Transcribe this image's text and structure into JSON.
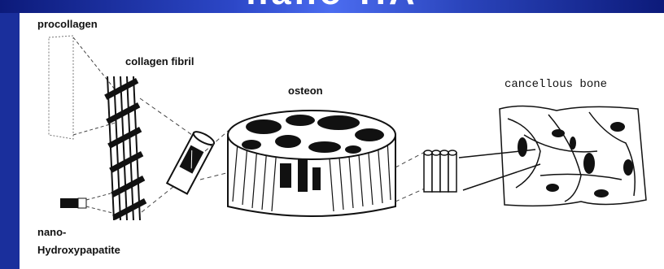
{
  "slide": {
    "title": "nano-HA"
  },
  "diagram": {
    "labels": {
      "procollagen": "procollagen",
      "collagen_fibril": "collagen fibril",
      "osteon": "osteon",
      "cancellous_bone": "cancellous bone",
      "nano_hydroxyapatite_line1": "nano-",
      "nano_hydroxyapatite_line2": "Hydroxypapatite"
    }
  },
  "colors": {
    "background_blue": "#1a2f9c",
    "panel_white": "#ffffff",
    "ink": "#111111"
  }
}
